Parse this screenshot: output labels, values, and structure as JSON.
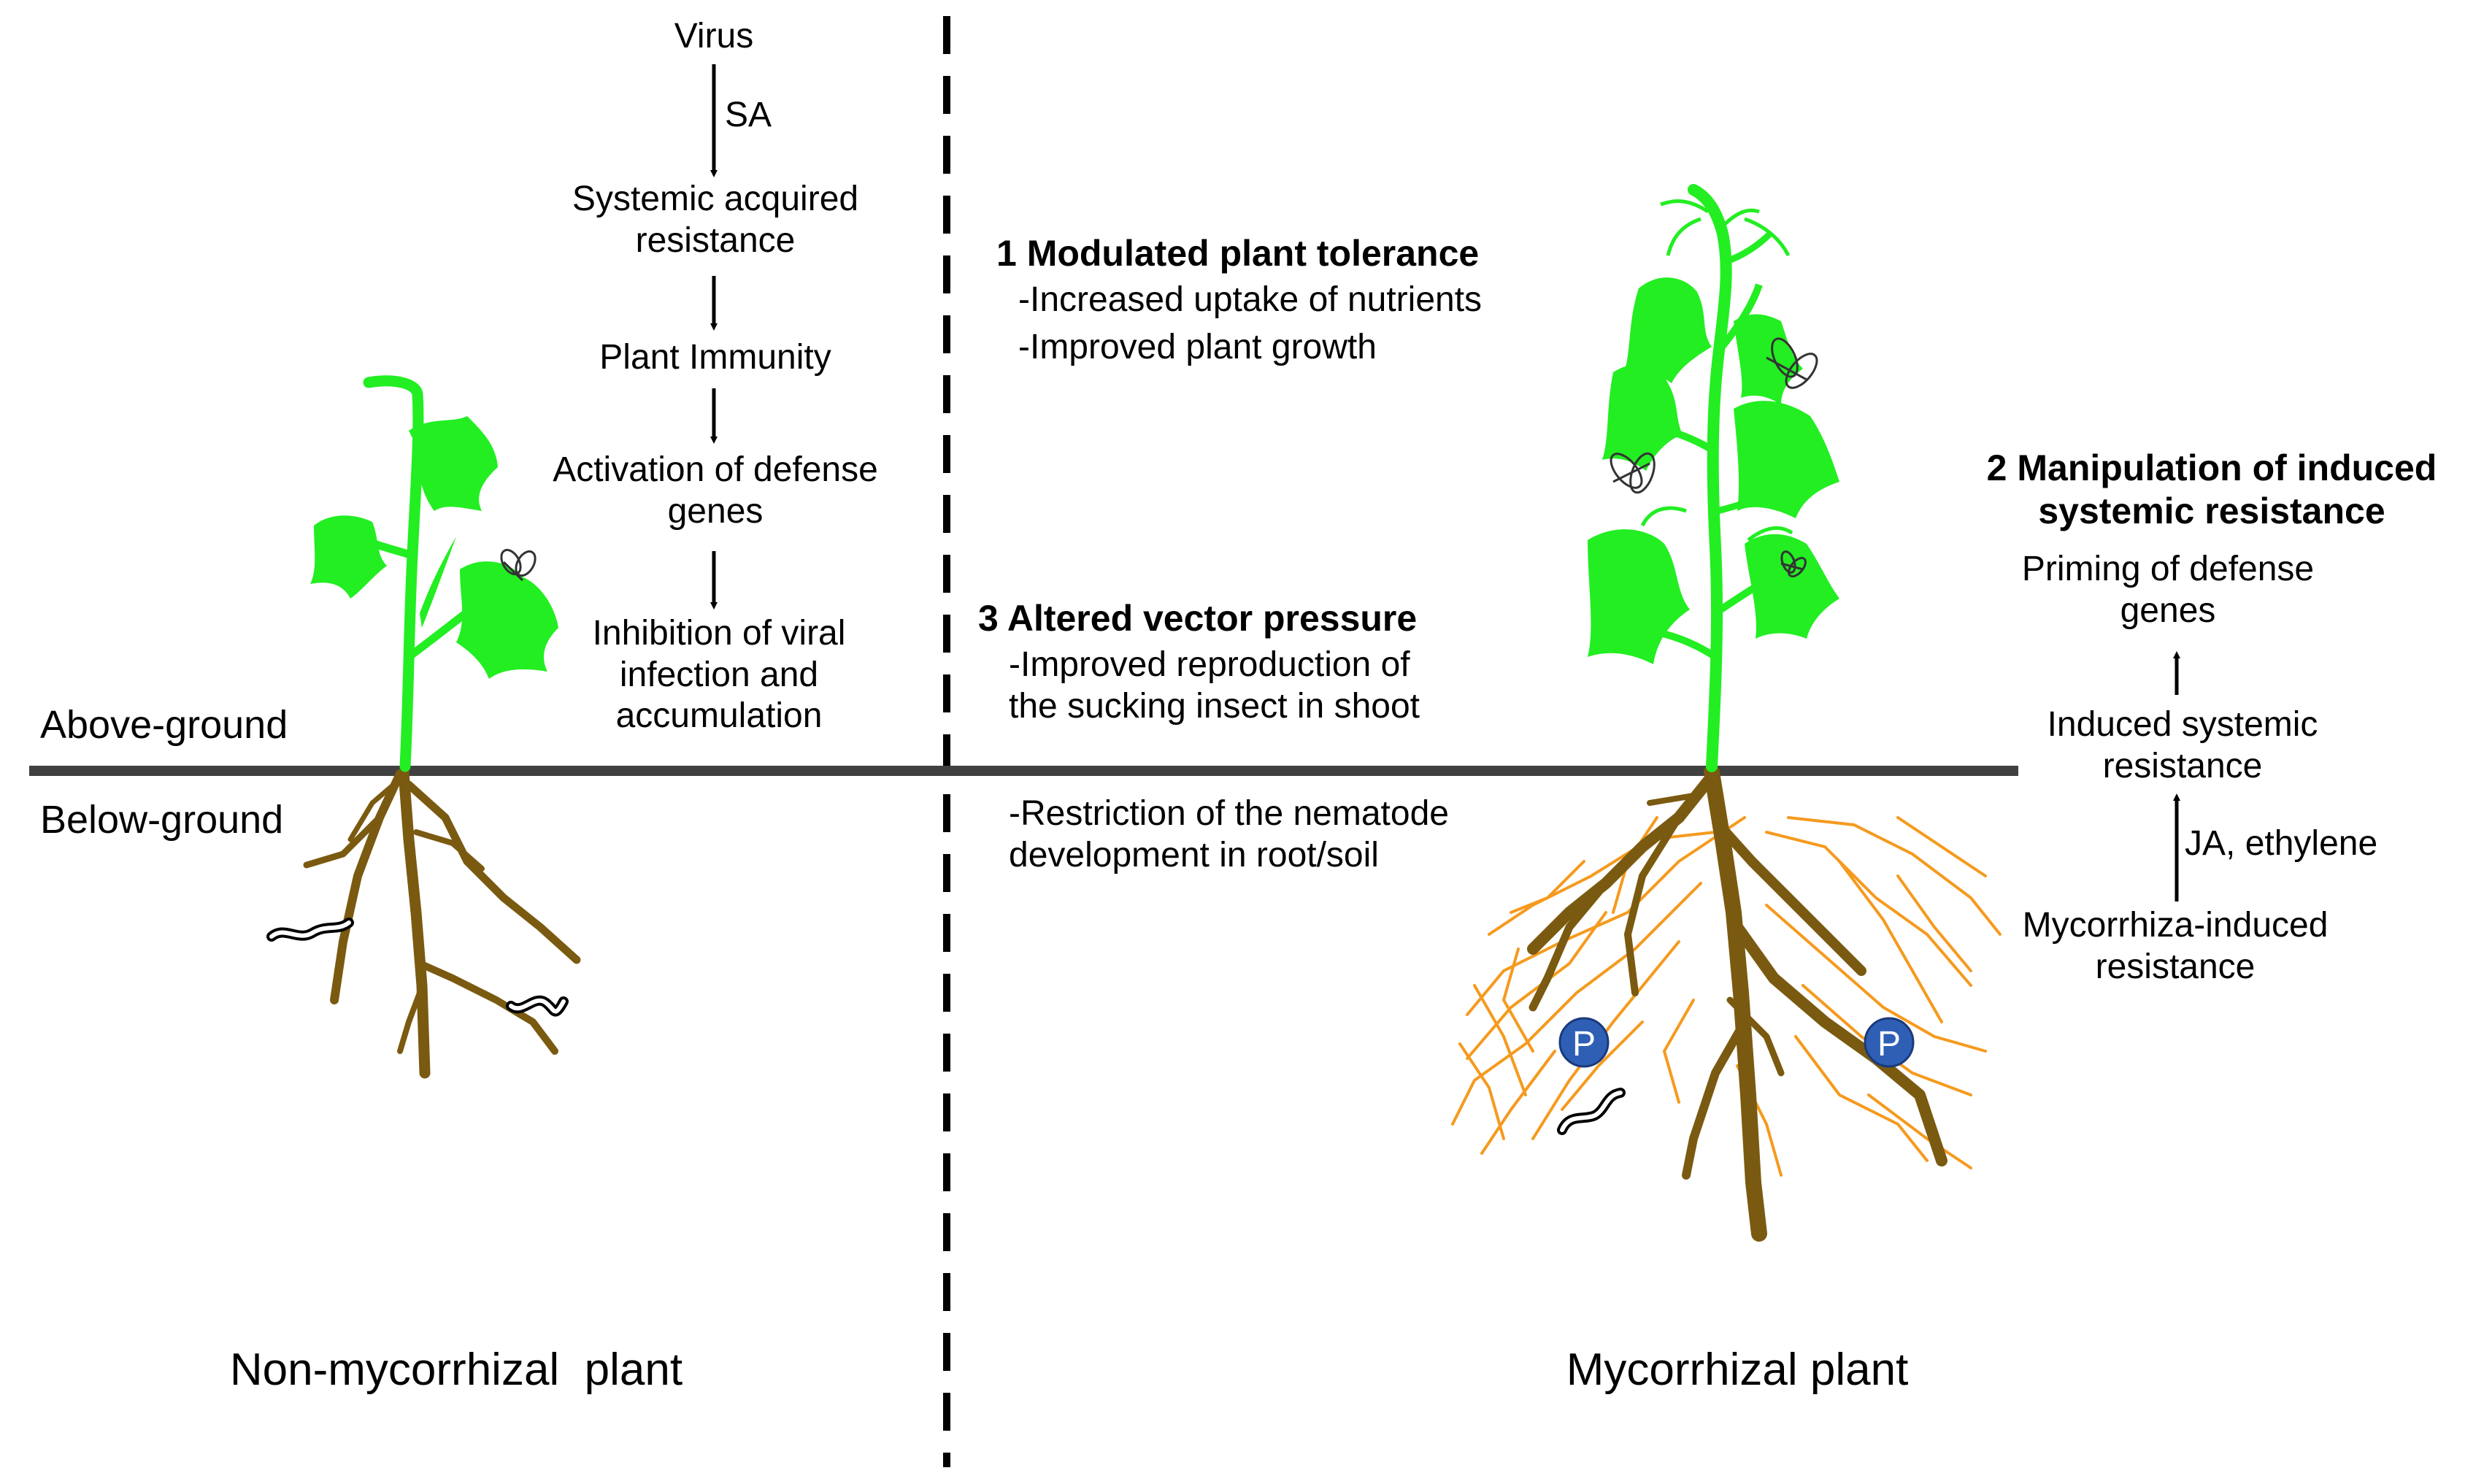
{
  "colors": {
    "shoot": "#22ee22",
    "root": "#7a5a10",
    "hyphae": "#f59a1e",
    "ground_line": "#404040",
    "phosphate": "#2f5fb5"
  },
  "icons": [
    "insect-icon",
    "nematode-icon",
    "phosphate-icon"
  ],
  "ground": {
    "above_label": "Above-ground",
    "below_label": "Below-ground"
  },
  "left": {
    "pathway": {
      "virus": "Virus",
      "sa": "SA",
      "sar": "Systemic acquired\nresistance",
      "immunity": "Plant Immunity",
      "activation": "Activation of defense\ngenes",
      "inhibition": "Inhibition of viral\ninfection and\naccumulation"
    },
    "caption": "Non-mycorrhizal  plant"
  },
  "middle": {
    "item1": {
      "title": "1 Modulated plant tolerance",
      "line1": "-Increased uptake of nutrients",
      "line2": "-Improved plant growth"
    },
    "item3": {
      "title": "3 Altered vector pressure",
      "line1": "-Improved reproduction of\nthe sucking insect in shoot",
      "line2": "-Restriction of the nematode\ndevelopment in root/soil"
    }
  },
  "right": {
    "item2_title": "2 Manipulation of induced\nsystemic resistance",
    "priming": "Priming of defense\ngenes",
    "isr": "Induced systemic\nresistance",
    "ja": "JA, ethylene",
    "mir": "Mycorrhiza-induced\nresistance",
    "phosphate_label": "P",
    "caption": "Mycorrhizal plant"
  }
}
